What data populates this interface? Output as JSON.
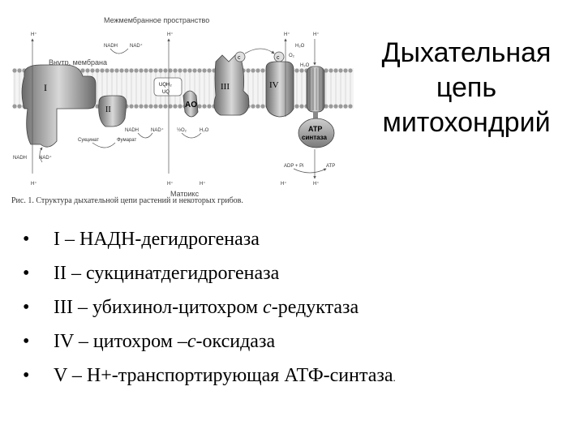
{
  "title": {
    "line1": "Дыхательная",
    "line2": "цепь",
    "line3": "митохондрий"
  },
  "figure": {
    "top_label": "Межмембранное пространство",
    "inner_membrane_label": "Внутр. мембрана",
    "matrix_label": "Матрикс",
    "complex_I": "I",
    "complex_II": "II",
    "complex_III": "III",
    "complex_IV": "IV",
    "ao_label": "AO",
    "ubq_top": "UQH₂",
    "ubq_bottom": "UQ",
    "c_label": "c",
    "atp_synthase_line1": "ATP",
    "atp_synthase_line2": "синтаза",
    "h_plus": "H⁺",
    "nadh": "NADH",
    "nad": "NAD⁺",
    "o2": "O₂",
    "h2o": "H₂O",
    "half_o2": "½O₂",
    "succinate": "Сукцинат",
    "fumarate": "Фумарат",
    "adp_pi": "ADP + Pi",
    "atp": "ATP"
  },
  "caption": "Рис. 1. Структура дыхательной цепи растений и некоторых грибов.",
  "items": [
    {
      "bullet": "•",
      "text": "I – НАДН-дегидрогеназа"
    },
    {
      "bullet": "•",
      "text": "II – сукцинатдегидрогеназа"
    },
    {
      "bullet": "•",
      "text_a": "III – убихинол-цитохром ",
      "italic": "c",
      "text_b": "-редуктаза"
    },
    {
      "bullet": "•",
      "text_a": "IV – цитохром –",
      "italic": "c",
      "text_b": "-оксидаза"
    },
    {
      "bullet": "•",
      "text": "V – H+-транспортирующая АТФ-синтаза",
      "tail": "."
    }
  ]
}
